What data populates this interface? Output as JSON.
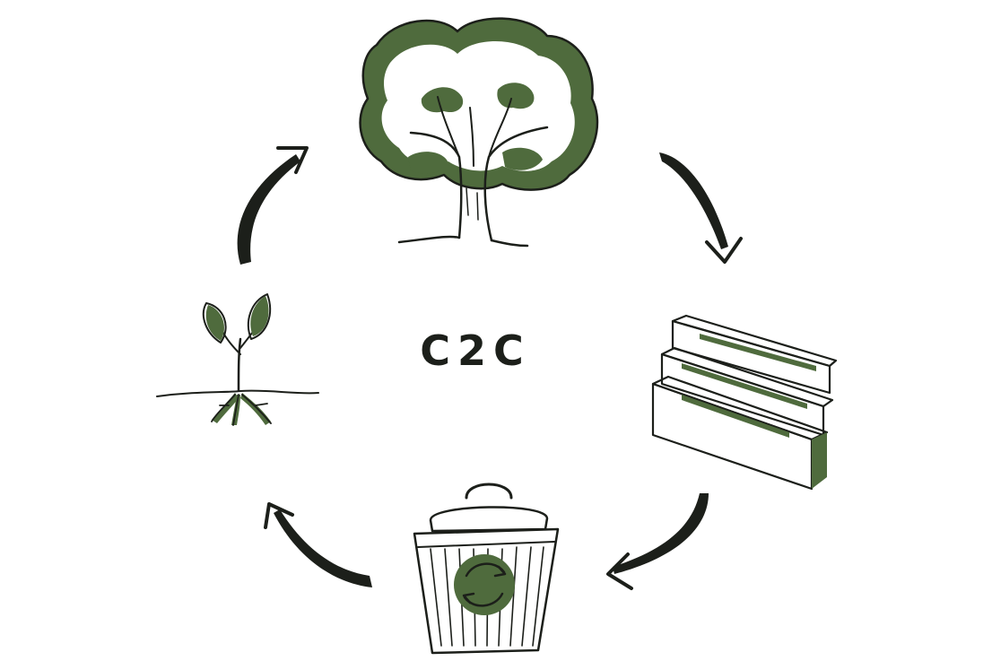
{
  "center": {
    "label": "C2C"
  },
  "stages": [
    {
      "name": "tree",
      "icon": "tree-icon"
    },
    {
      "name": "lumber",
      "icon": "lumber-planks-icon"
    },
    {
      "name": "bin",
      "icon": "recycling-bin-icon"
    },
    {
      "name": "sapling",
      "icon": "sapling-icon"
    }
  ],
  "colors": {
    "ink": "#1c1f1a",
    "green": "#4f6b3d",
    "paper": "#ffffff"
  }
}
